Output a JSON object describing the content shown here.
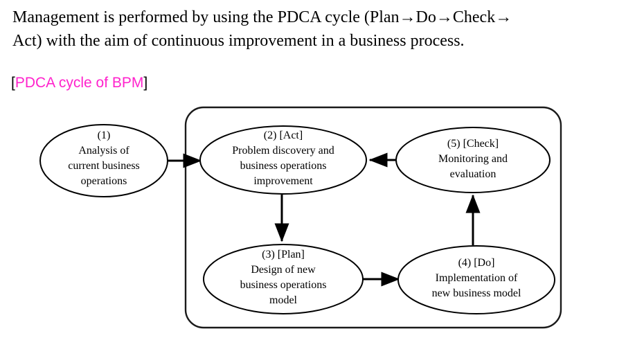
{
  "body_text": {
    "paragraph": "Management is performed by using the PDCA cycle (Plan→Do→Check→\nAct) with the aim of continuous improvement in a business process."
  },
  "caption": {
    "open_bracket": "[",
    "text": "PDCA cycle of BPM",
    "close_bracket": "]",
    "color": "#ff22cc"
  },
  "diagram": {
    "type": "cycle-flow",
    "frame_label": "",
    "nodes": [
      {
        "id": "n1",
        "lines": [
          "(1)",
          "Analysis of",
          "current business",
          "operations"
        ],
        "line1": "(1)",
        "line2": "Analysis of",
        "line3": "current business",
        "line4": "operations",
        "inside_frame": false
      },
      {
        "id": "n2",
        "lines": [
          "(2) [Act]",
          "Problem discovery and",
          "business operations",
          "improvement"
        ],
        "line1": "(2) [Act]",
        "line2": "Problem discovery and",
        "line3": "business operations",
        "line4": "improvement",
        "inside_frame": true
      },
      {
        "id": "n5",
        "lines": [
          "(5) [Check]",
          "Monitoring and",
          "evaluation"
        ],
        "line1": "(5) [Check]",
        "line2": "Monitoring and",
        "line3": "evaluation",
        "inside_frame": true
      },
      {
        "id": "n3",
        "lines": [
          "(3) [Plan]",
          "Design of new",
          "business operations",
          "model"
        ],
        "line1": "(3) [Plan]",
        "line2": "Design of new",
        "line3": "business operations",
        "line4": "model",
        "inside_frame": true
      },
      {
        "id": "n4",
        "lines": [
          "(4) [Do]",
          "Implementation of",
          "new business model"
        ],
        "line1": "(4) [Do]",
        "line2": "Implementation of",
        "line3": "new business model",
        "inside_frame": true
      }
    ],
    "edges": [
      {
        "from": "n1",
        "to": "n2",
        "direction": "right"
      },
      {
        "from": "n2",
        "to": "n3",
        "direction": "down"
      },
      {
        "from": "n3",
        "to": "n4",
        "direction": "right"
      },
      {
        "from": "n4",
        "to": "n5",
        "direction": "up"
      },
      {
        "from": "n5",
        "to": "n2",
        "direction": "left"
      }
    ],
    "stroke_color": "#000000"
  }
}
